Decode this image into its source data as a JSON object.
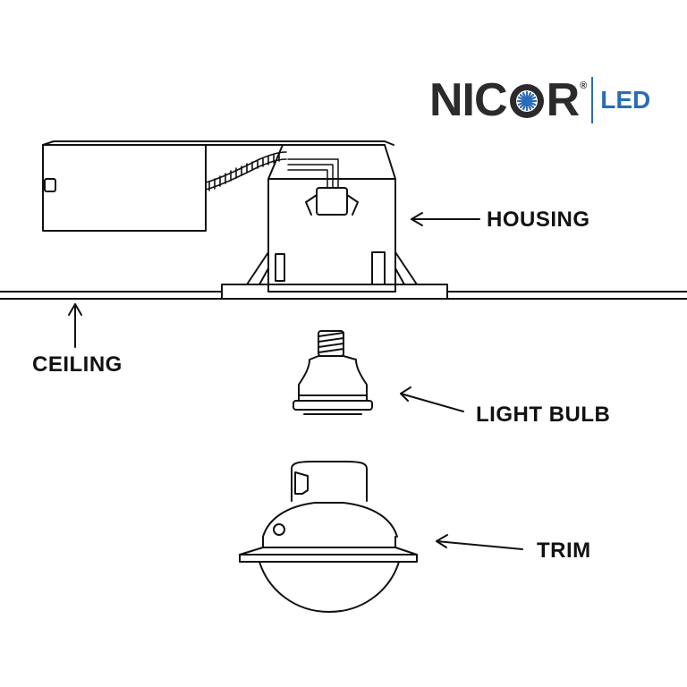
{
  "logo": {
    "brand_prefix": "NIC",
    "brand_suffix": "R",
    "registered": "®",
    "sub_brand": "LED",
    "brand_color": "#2b2b2b",
    "accent_color": "#2b6cb8"
  },
  "labels": {
    "housing": "HOUSING",
    "ceiling": "CEILING",
    "light_bulb": "LIGHT BULB",
    "trim": "TRIM"
  },
  "line_color": "#111111"
}
